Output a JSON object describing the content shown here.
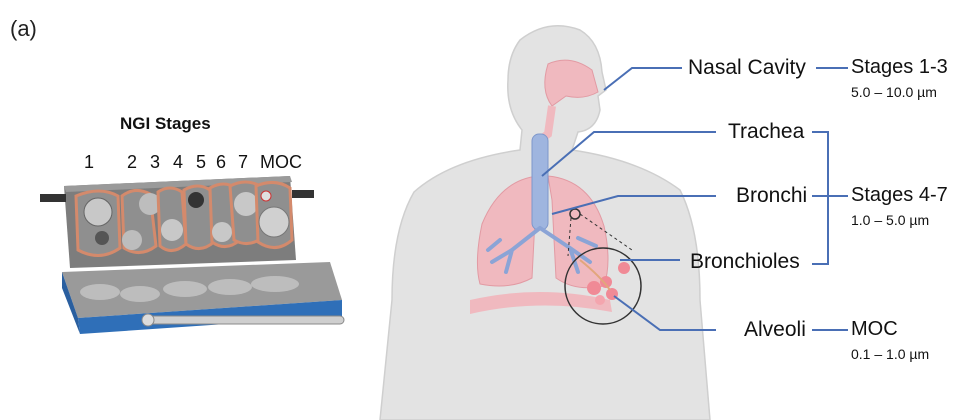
{
  "panel_label": "(a)",
  "ngi": {
    "title": "NGI Stages",
    "stage_numbers": [
      "1",
      "2",
      "3",
      "4",
      "5",
      "6",
      "7",
      "MOC"
    ]
  },
  "anatomy": {
    "organs": {
      "nasal_cavity": "Nasal Cavity",
      "trachea": "Trachea",
      "bronchi": "Bronchi",
      "bronchioles": "Bronchioles",
      "alveoli": "Alveoli"
    },
    "groups": [
      {
        "stage": "Stages 1-3",
        "range": "5.0 – 10.0 µm"
      },
      {
        "stage": "Stages 4-7",
        "range": "1.0 – 5.0 µm"
      },
      {
        "stage": "MOC",
        "range": "0.1 – 1.0 µm"
      }
    ]
  },
  "colors": {
    "leader_line": "#4a6fb5",
    "body_fill": "#e3e3e3",
    "lung_fill": "#f0b9bf",
    "airway_fill": "#9fb5df",
    "ngi_blue": "#2f6fb8",
    "ngi_gray": "#8a8a8a",
    "ngi_outline": "#d48a6c"
  }
}
